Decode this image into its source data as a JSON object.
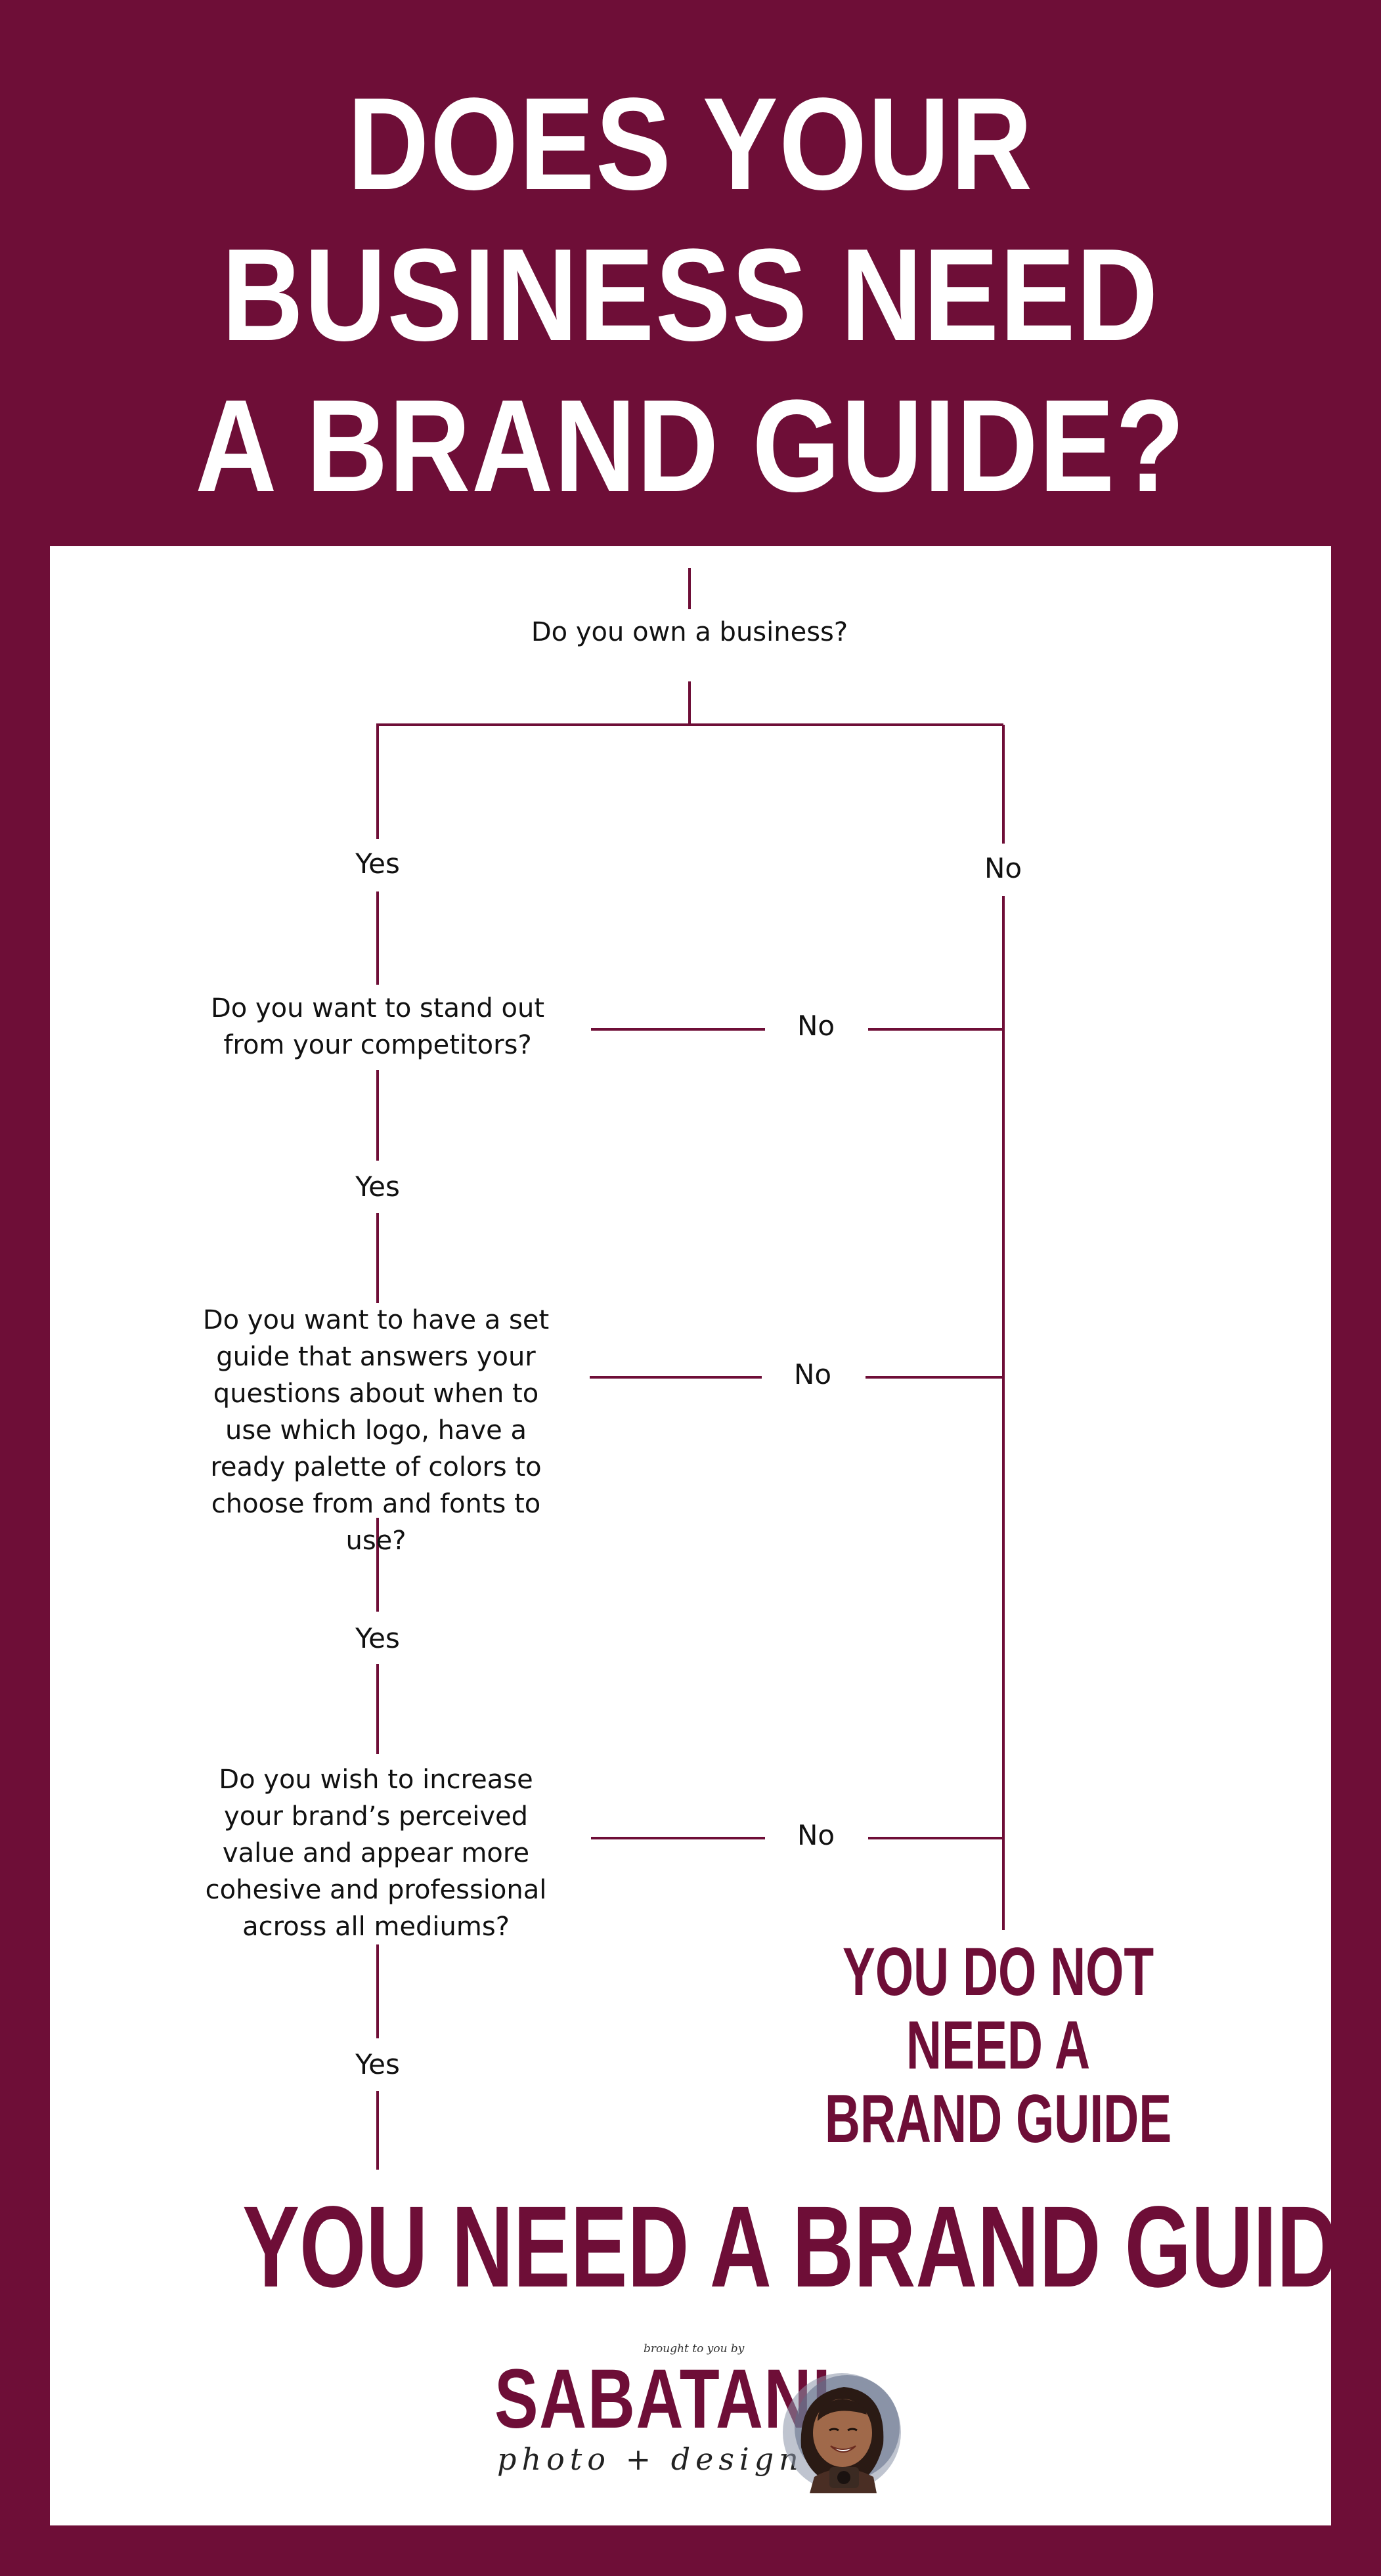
{
  "title": {
    "lines": [
      "DOES YOUR",
      "BUSINESS NEED",
      "A BRAND GUIDE?"
    ]
  },
  "colors": {
    "primary": "#6e0e37",
    "panel": "#ffffff",
    "text": "#111111"
  },
  "questions": {
    "q1": "Do you own a business?",
    "q2": "Do you want to stand out from your competitors?",
    "q3": "Do you want to have a set guide that answers your questions about when to use which logo, have a ready palette of colors to choose from and fonts to use?",
    "q4": "Do you wish to increase your brand’s perceived value and appear more cohesive and professional across all mediums?"
  },
  "answers": {
    "yes": "Yes",
    "no": "No"
  },
  "results": {
    "no_result": "YOU DO NOT NEED A BRAND GUIDE",
    "yes_result": "YOU NEED A BRAND GUIDE!"
  },
  "brand": {
    "tagline": "brought to you by",
    "name": "SABATANI",
    "sub": "photo + design"
  }
}
